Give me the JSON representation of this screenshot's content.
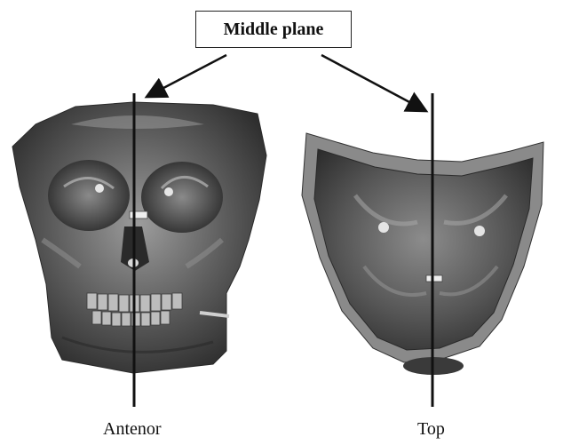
{
  "figure": {
    "title_box": "Middle plane",
    "captions": {
      "left": "Antenor",
      "right": "Top"
    },
    "views": [
      "anterior skull view",
      "top skull view"
    ],
    "colors": {
      "line": "#111111",
      "skull_dark": "#3a3a3a",
      "skull_mid": "#6b6b6b",
      "skull_light": "#b4b4b4",
      "rim": "#8a8a8a"
    }
  }
}
